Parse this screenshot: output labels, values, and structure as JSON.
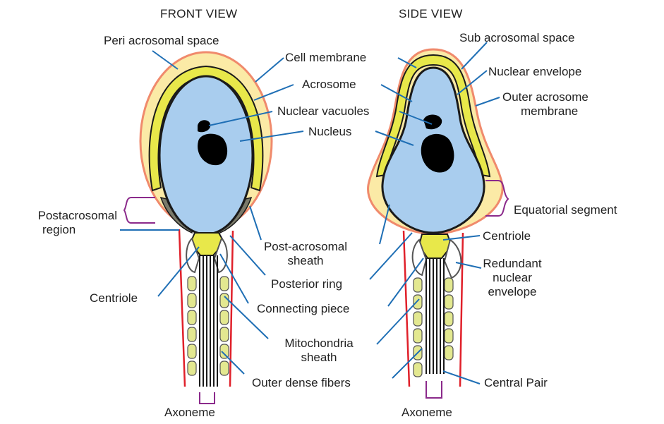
{
  "headings": {
    "front": "FRONT VIEW",
    "side": "SIDE VIEW"
  },
  "labels": {
    "peri_acrosomal_space": "Peri acrosomal space",
    "cell_membrane": "Cell membrane",
    "acrosome": "Acrosome",
    "nuclear_vacuoles": "Nuclear vacuoles",
    "nucleus": "Nucleus",
    "sub_acrosomal_space": "Sub acrosomal space",
    "nuclear_envelope": "Nuclear envelope",
    "outer_acrosome_membrane_1": "Outer acrosome",
    "outer_acrosome_membrane_2": "membrane",
    "postacrosomal_region_1": "Postacrosomal",
    "postacrosomal_region_2": "region",
    "equatorial_segment": "Equatorial segment",
    "post_acrosomal_sheath_1": "Post-acrosomal",
    "post_acrosomal_sheath_2": "sheath",
    "centriole_side": "Centriole",
    "redundant_nuclear_envelope_1": "Redundant",
    "redundant_nuclear_envelope_2": "nuclear",
    "redundant_nuclear_envelope_3": "envelope",
    "posterior_ring": "Posterior ring",
    "centriole_front": "Centriole",
    "connecting_piece": "Connecting piece",
    "mitochondria_sheath_1": "Mitochondria",
    "mitochondria_sheath_2": "sheath",
    "outer_dense_fibers": "Outer dense fibers",
    "central_pair": "Central Pair",
    "axoneme_front": "Axoneme",
    "axoneme_side": "Axoneme"
  },
  "colors": {
    "membrane": "#f08a6c",
    "peri_space": "#fbeaa6",
    "acrosome": "#e8e84a",
    "acrosome_stroke": "#1a1a1a",
    "nucleus": "#a9cdee",
    "vacuole": "#000000",
    "sheath": "#7a7a6a",
    "mito": "#e3e890",
    "tail_membrane": "#e0202a",
    "leader": "#1f6fb5",
    "bracket": "#8b2a8b"
  }
}
